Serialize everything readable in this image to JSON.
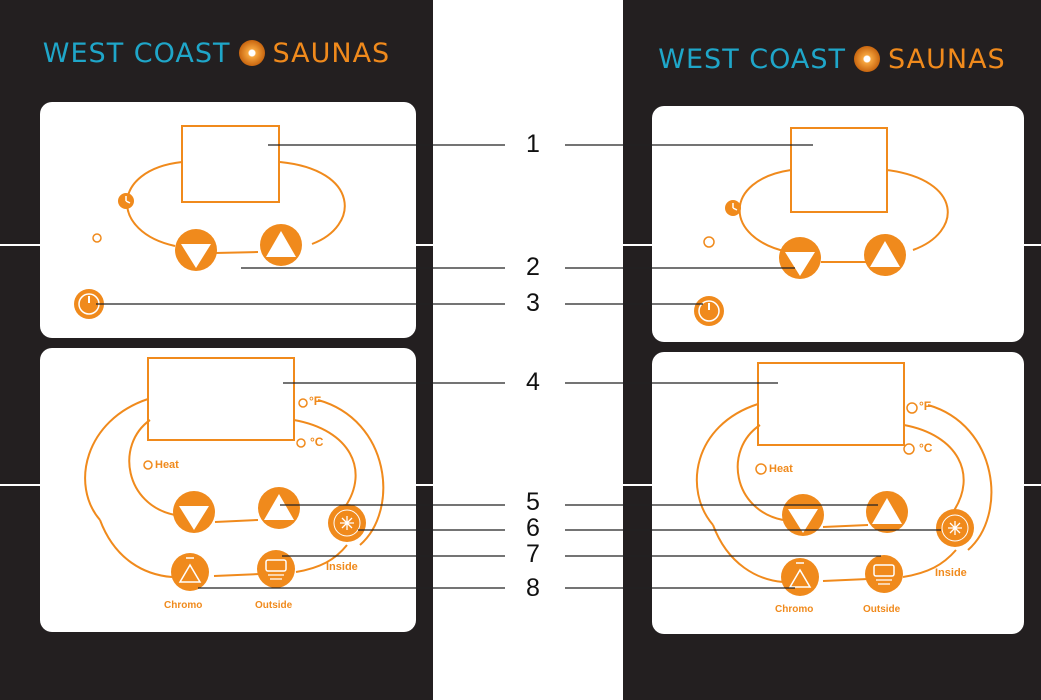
{
  "brand": {
    "word1": "WEST COAST",
    "word2": "SAUNAS"
  },
  "labels": {
    "heat": "Heat",
    "fahrenheit": "°F",
    "celsius": "°C",
    "inside": "Inside",
    "chromo": "Chromo",
    "outside": "Outside",
    "onoff": "on/off"
  },
  "callouts": [
    "1",
    "2",
    "3",
    "4",
    "5",
    "6",
    "7",
    "8"
  ],
  "colors": {
    "panel": "#231f20",
    "accent": "#f08a1c",
    "brand_blue": "#1fa6c9",
    "line": "#222222"
  },
  "icons": {
    "clock": "clock-icon",
    "power": "power-icon",
    "down": "down-arrow-icon",
    "up": "up-arrow-icon",
    "inside": "inside-light-icon",
    "chromo": "chromo-light-icon",
    "outside": "outside-light-icon"
  }
}
